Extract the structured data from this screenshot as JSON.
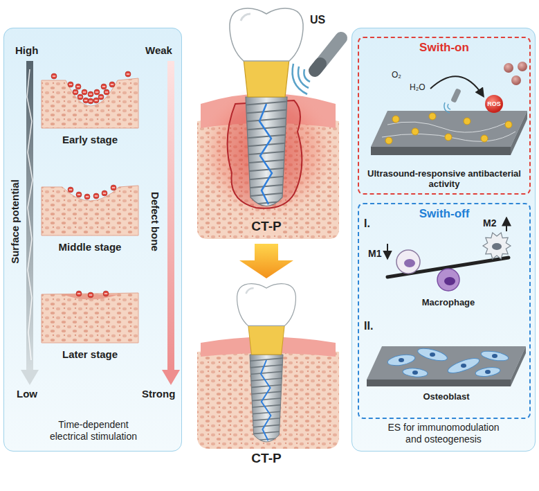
{
  "diagram": {
    "nodes": [
      {
        "text": [
          "Time-dependent electrical stimulation"
        ]
      },
      {
        "text": [
          "ES for immunomodulation and osteogenesis"
        ]
      },
      {
        "text": [
          "Swith-on",
          "Ultrasound-responsive antibacterial activity"
        ],
        "in": 1
      },
      {
        "text": [
          "Swith-off"
        ],
        "in": 1
      }
    ],
    "labels": [
      "High",
      "Weak",
      "Surface potential",
      "Early stage",
      "Defect bone",
      "Middle stage",
      "Later stage",
      "Low",
      "Strong",
      "US",
      "CT-P",
      "CT-P",
      "O₂",
      "H₂O",
      "ROS",
      "I.",
      "M1",
      "M2",
      "Macrophage",
      "II.",
      "Osteoblast"
    ]
  }
}
